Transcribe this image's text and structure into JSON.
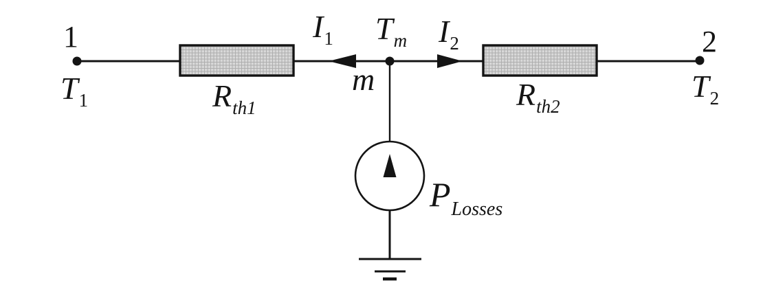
{
  "labels": {
    "node1_number": "1",
    "node2_number": "2",
    "t1": {
      "base": "T",
      "sub": "1"
    },
    "t2": {
      "base": "T",
      "sub": "2"
    },
    "tm": {
      "base": "T",
      "sub": "m"
    },
    "node_m": "m",
    "i1": {
      "base": "I",
      "sub": "1"
    },
    "i2": {
      "base": "I",
      "sub": "2"
    },
    "rth1": {
      "base": "R",
      "sub": "th1"
    },
    "rth2": {
      "base": "R",
      "sub": "th2"
    },
    "p_losses": {
      "base": "P",
      "sub": "Losses"
    }
  },
  "colors": {
    "line": "#141414",
    "resistor_fill": "#d8d8d8",
    "resistor_grid": "#aeaeae",
    "background": "#ffffff"
  }
}
